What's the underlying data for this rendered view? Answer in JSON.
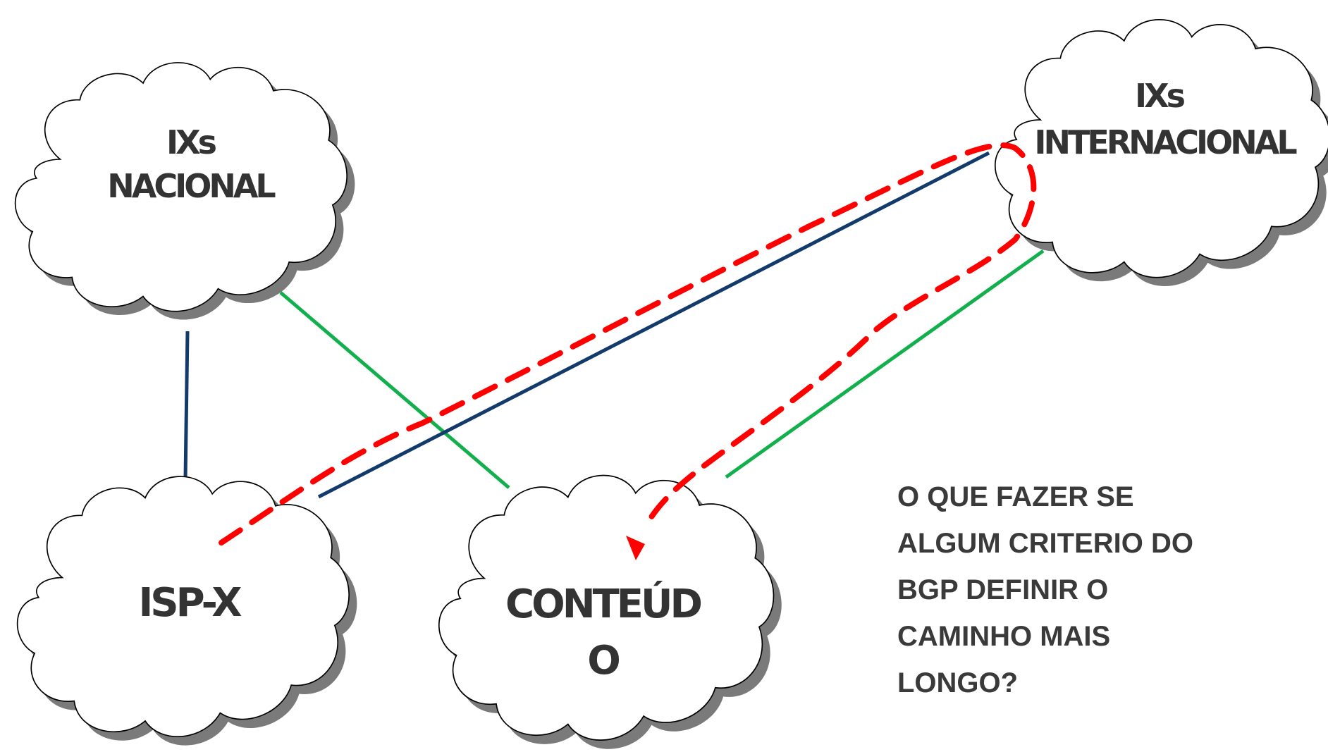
{
  "nodes": {
    "ix_nacional": {
      "lines": [
        "IXs",
        "NACIONAL"
      ]
    },
    "ix_internacional": {
      "lines": [
        "IXs",
        "INTERNACIONAL"
      ]
    },
    "isp_x": {
      "lines": [
        "ISP-X"
      ]
    },
    "conteudo": {
      "lines": [
        "CONTEÚD",
        "O"
      ]
    }
  },
  "links": [
    {
      "from": "ix_nacional",
      "to": "isp_x",
      "color": "#123a6b"
    },
    {
      "from": "ix_nacional",
      "to": "conteudo",
      "color": "#12b04c"
    },
    {
      "from": "isp_x",
      "to": "ix_internacional",
      "color": "#123a6b"
    },
    {
      "from": "conteudo",
      "to": "ix_internacional",
      "color": "#12b04c"
    }
  ],
  "path": {
    "color": "#ff0000",
    "style": "dashed",
    "from": "isp_x",
    "via": "ix_internacional",
    "to": "conteudo"
  },
  "question": "O QUE FAZER SE\nALGUM CRITERIO DO\nBGP DEFINIR O\nCAMINHO MAIS\nLONGO?"
}
